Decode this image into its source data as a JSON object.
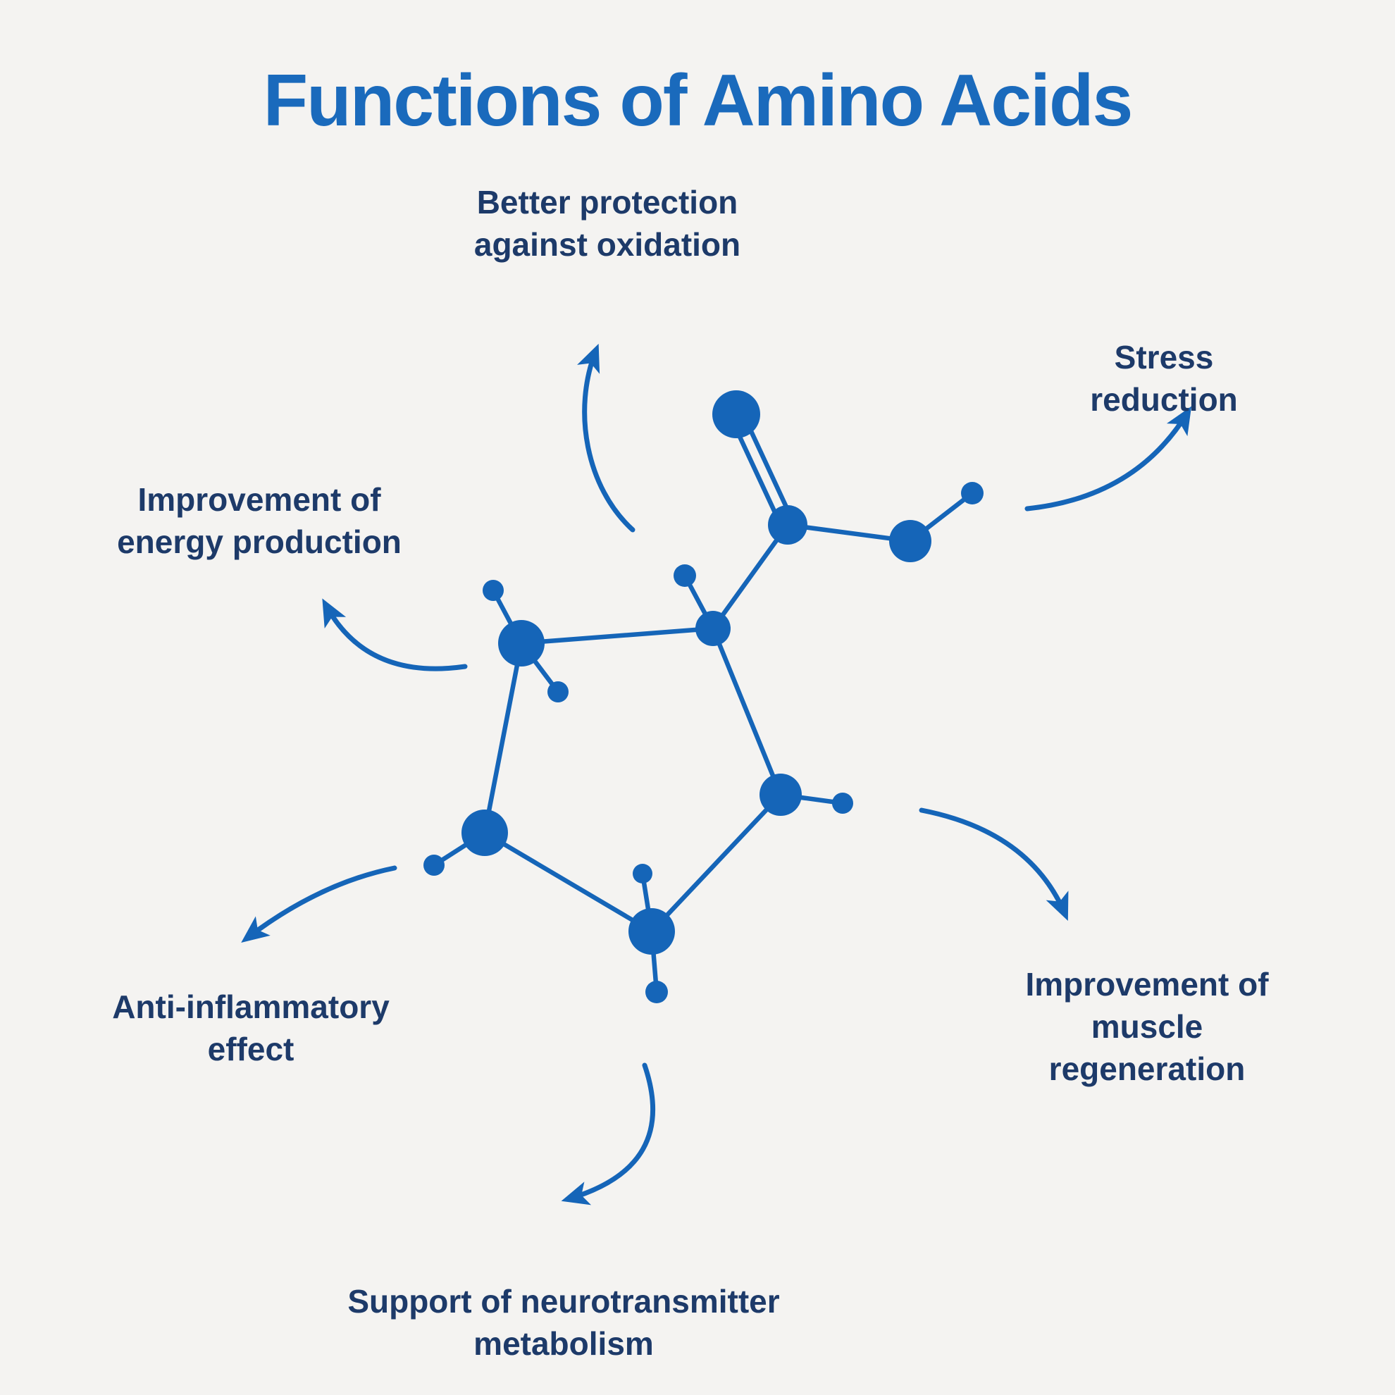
{
  "theme": {
    "bg": "#f4f3f1",
    "title_color": "#1a6abc",
    "label_color": "#1d3a69",
    "molecule_color": "#1565b8"
  },
  "title": "Functions of Amino Acids",
  "labels": {
    "oxidation": "Better protection\nagainst oxidation",
    "stress": "Stress reduction",
    "energy": "Improvement of\nenergy production",
    "muscle": "Improvement of muscle\nregeneration",
    "inflammation": "Anti-inflammatory\neffect",
    "neurotransmitter": "Support of neurotransmitter\nmetabolism"
  }
}
